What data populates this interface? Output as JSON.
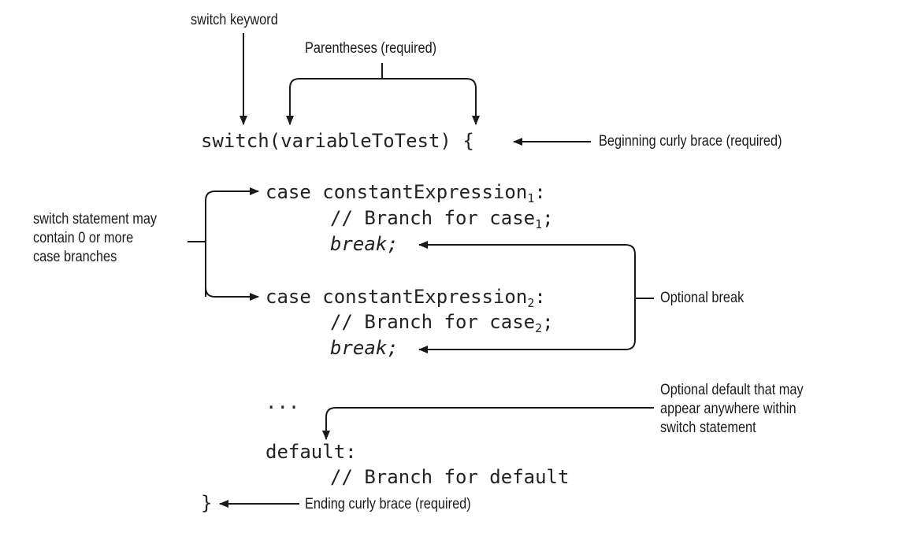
{
  "code": {
    "switch_line": "switch(variableToTest) {",
    "case1_prefix": "case constantExpression",
    "case1_sub": "1",
    "case1_suffix": ":",
    "case1_body_prefix": "// Branch for case",
    "case1_body_sub": "1",
    "case1_body_suffix": ";",
    "break1": "break;",
    "case2_prefix": "case constantExpression",
    "case2_sub": "2",
    "case2_suffix": ":",
    "case2_body_prefix": "// Branch for case",
    "case2_body_sub": "2",
    "case2_body_suffix": ";",
    "break2": "break;",
    "ellipsis": "...",
    "default_line": "default:",
    "default_body": "// Branch for default",
    "closing_brace": "}"
  },
  "annotations": {
    "switch_keyword": "switch keyword",
    "parentheses": "Parentheses (required)",
    "beginning_brace": "Beginning curly brace (required)",
    "case_branches_line1": "switch statement may",
    "case_branches_line2": "contain 0 or more",
    "case_branches_line3": "case branches",
    "optional_break": "Optional break",
    "optional_default_line1": "Optional default that may",
    "optional_default_line2": "appear anywhere within",
    "optional_default_line3": "switch statement",
    "ending_brace": "Ending curly brace (required)"
  }
}
